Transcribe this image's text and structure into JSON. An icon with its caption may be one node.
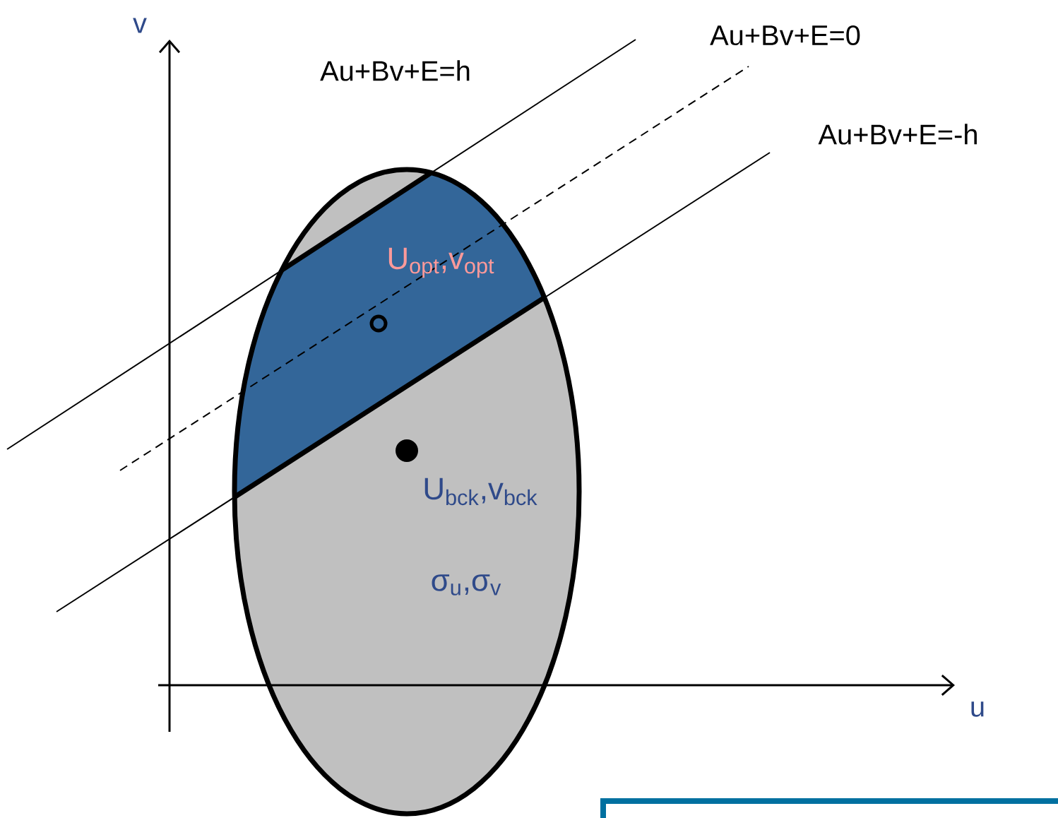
{
  "diagram": {
    "labels": [
      "v",
      "Au+Bv+E=h",
      "Au+Bv+E=0",
      "Au+Bv+E=-h",
      "U$_{opt}$,v$_{opt}$",
      "U$_{bck}$,v$_{bck}$",
      "σ$_{u}$,σ$_{v}$",
      "u"
    ]
  }
}
